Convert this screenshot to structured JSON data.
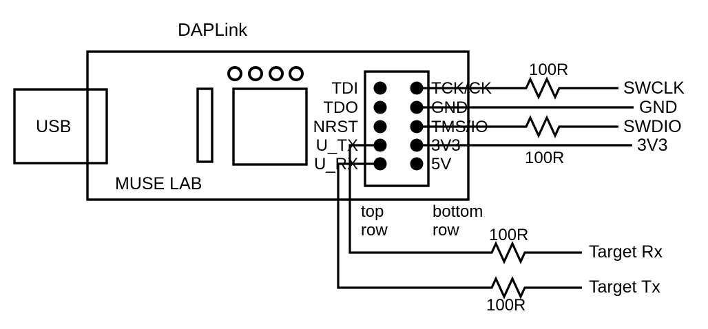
{
  "diagram": {
    "title": "DAPLink",
    "board_brand": "MUSE LAB",
    "usb_label": "USB",
    "header": {
      "left_column_caption": "top\nrow",
      "left_column_caption_line1": "top",
      "left_column_caption_line2": "row",
      "right_column_caption_line1": "bottom",
      "right_column_caption_line2": "row",
      "left_pins": [
        "TDI",
        "TDO",
        "NRST",
        "U_TX",
        "U_RX"
      ],
      "right_pins": [
        "TCK/CK",
        "GND",
        "TMS/IO",
        "3V3",
        "5V"
      ]
    },
    "resistors": [
      {
        "id": "r-swclk",
        "value": "100R",
        "net": "SWCLK"
      },
      {
        "id": "r-swdio",
        "value": "100R",
        "net": "SWDIO"
      },
      {
        "id": "r-target-rx",
        "value": "100R",
        "net": "Target Rx"
      },
      {
        "id": "r-target-tx",
        "value": "100R",
        "net": "Target Tx"
      }
    ],
    "net_labels": {
      "swclk": "SWCLK",
      "gnd": "GND",
      "swdio": "SWDIO",
      "v3v3": "3V3",
      "target_rx": "Target Rx",
      "target_tx": "Target Tx"
    },
    "resistor_value_labels": {
      "top": "100R",
      "upper_mid": "100R",
      "lower_mid": "100R",
      "bottom": "100R"
    },
    "colors": {
      "line": "#000000",
      "background": "#ffffff",
      "pin_fill": "#000000"
    }
  }
}
